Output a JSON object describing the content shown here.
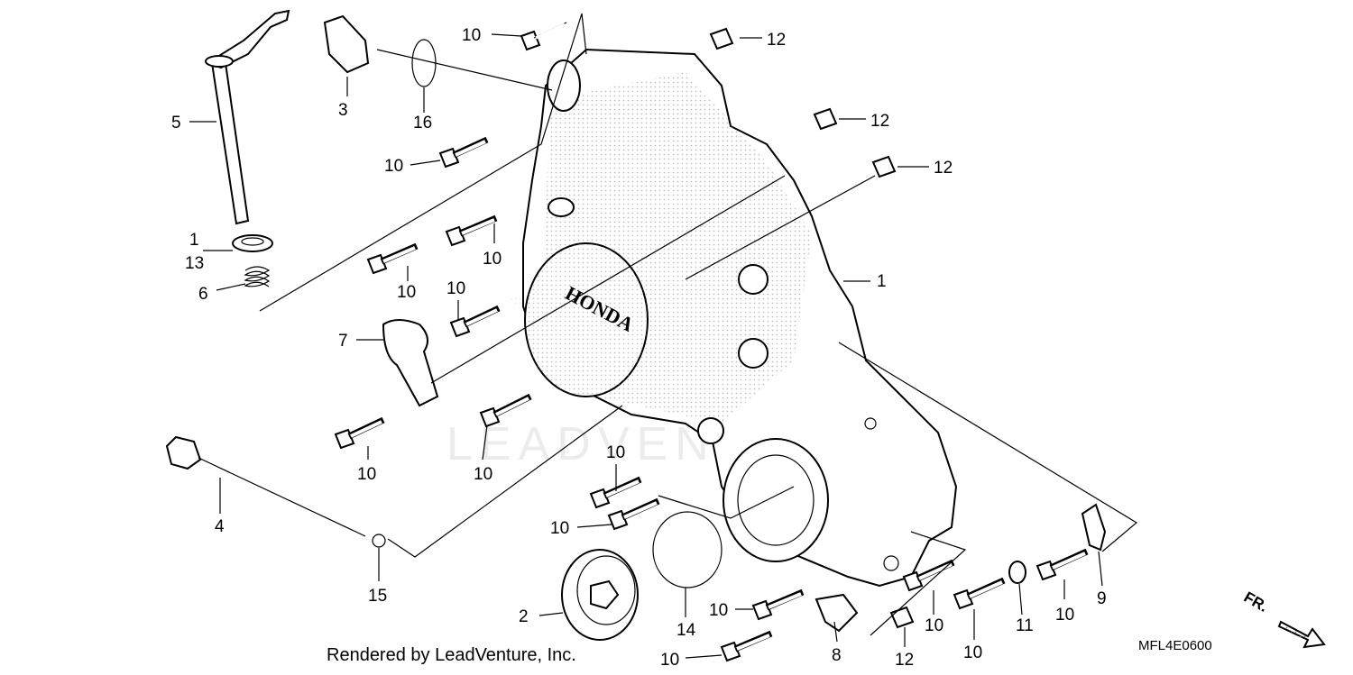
{
  "diagram": {
    "callouts": {
      "p10_top": "10",
      "p12_top": "12",
      "p3": "3",
      "p16": "16",
      "p5": "5",
      "p10_a": "10",
      "p12_b": "12",
      "p12_c": "12",
      "p1_left": "1",
      "p13": "13",
      "p6": "6",
      "p10_b": "10",
      "p10_c": "10",
      "p10_d": "10",
      "p1_right": "1",
      "p7": "7",
      "p10_e": "10",
      "p10_f": "10",
      "p4": "4",
      "p10_g": "10",
      "p10_h": "10",
      "p15": "15",
      "p2": "2",
      "p14": "14",
      "p10_i": "10",
      "p10_j": "10",
      "p8": "8",
      "p12_d": "12",
      "p10_k": "10",
      "p11": "11",
      "p10_l": "10",
      "p10_m": "10",
      "p9": "9"
    },
    "direction_label": "FR.",
    "watermark": "LEADVENTURE",
    "brand_embossing": "HONDA"
  },
  "footer": {
    "credit": "Rendered by LeadVenture, Inc.",
    "code": "MFL4E0600"
  }
}
